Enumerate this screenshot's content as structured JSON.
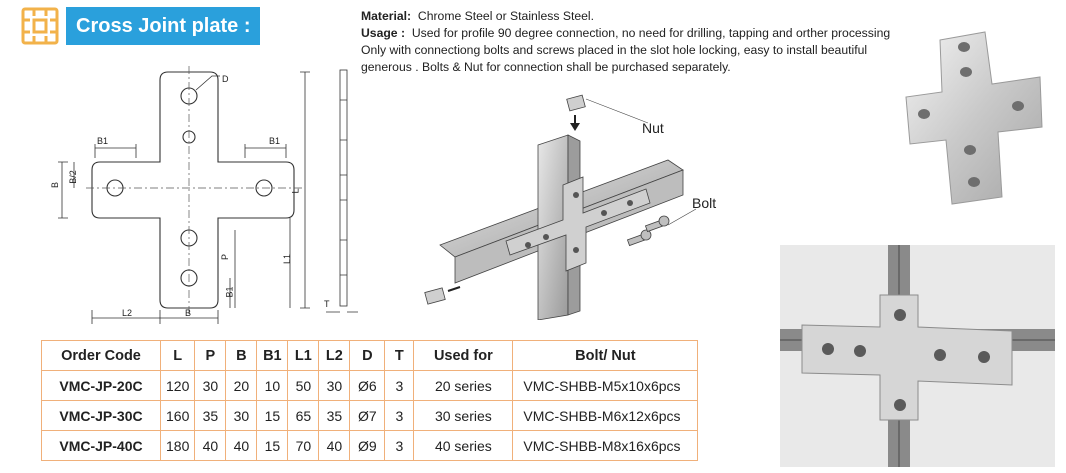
{
  "header": {
    "title": "Cross Joint plate :"
  },
  "description": {
    "material_label": "Material:",
    "material_text": "Chrome Steel or Stainless Steel.",
    "usage_label": "Usage :",
    "usage_text": "Used for profile 90 degree connection, no need for drilling, tapping and orther processing. Only with connectiong bolts and screws placed in the slot hole locking, easy to install beautiful generous . Bolts & Nut for connection shall be purchased separately."
  },
  "drawing": {
    "labels": {
      "D": "D",
      "B1_left": "B1",
      "B1_right": "B1",
      "B2": "B/2",
      "B": "B",
      "L": "L",
      "L1": "L1",
      "P": "P",
      "B1_vert": "B1",
      "L2": "L2",
      "B_bottom": "B",
      "T": "T"
    }
  },
  "assembly": {
    "nut_label": "Nut",
    "bolt_label": "Bolt"
  },
  "table": {
    "headers": [
      "Order Code",
      "L",
      "P",
      "B",
      "B1",
      "L1",
      "L2",
      "D",
      "T",
      "Used for",
      "Bolt/ Nut"
    ],
    "rows": [
      [
        "VMC-JP-20C",
        "120",
        "30",
        "20",
        "10",
        "50",
        "30",
        "Ø6",
        "3",
        "20 series",
        "VMC-SHBB-M5x10x6pcs"
      ],
      [
        "VMC-JP-30C",
        "160",
        "35",
        "30",
        "15",
        "65",
        "35",
        "Ø7",
        "3",
        "30 series",
        "VMC-SHBB-M6x12x6pcs"
      ],
      [
        "VMC-JP-40C",
        "180",
        "40",
        "40",
        "15",
        "70",
        "40",
        "Ø9",
        "3",
        "40 series",
        "VMC-SHBB-M8x16x6pcs"
      ]
    ]
  },
  "colors": {
    "title_bg": "#2aa0dc",
    "logo": "#f2b24a",
    "table_border": "#f0b07a"
  }
}
